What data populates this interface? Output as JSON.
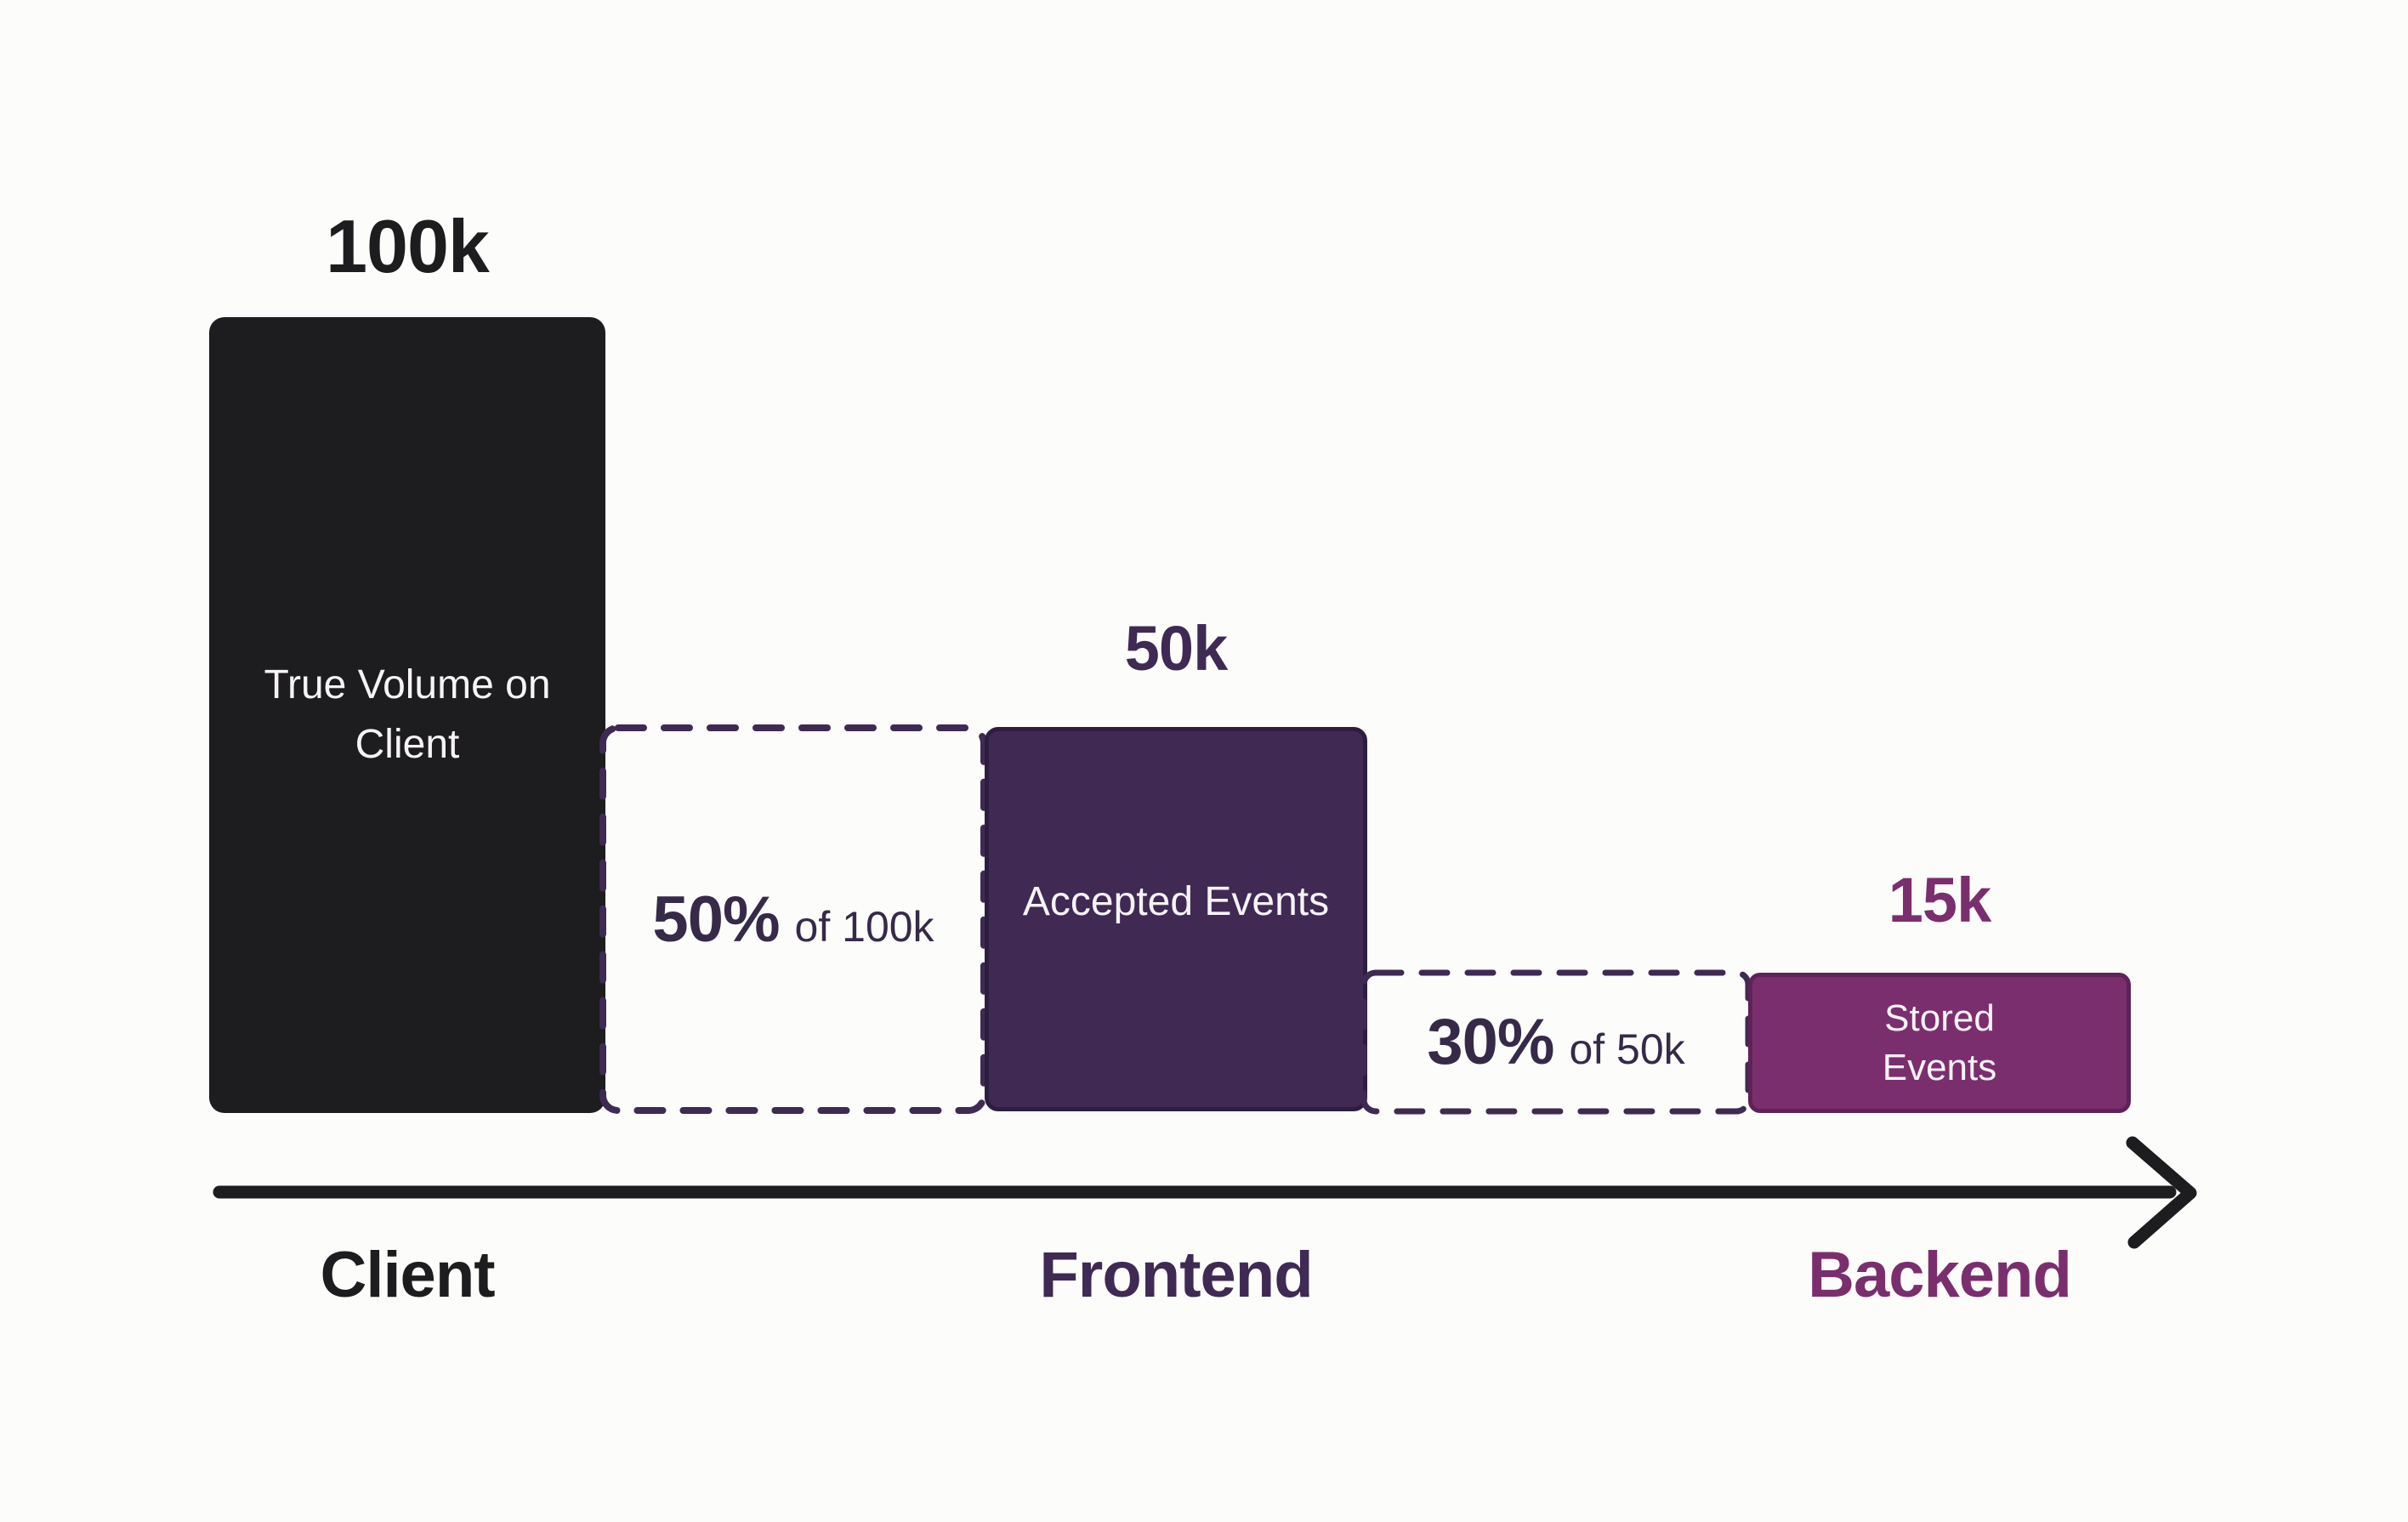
{
  "chart_data": {
    "type": "bar",
    "subtype": "funnel-steps",
    "title": "",
    "categories": [
      "Client",
      "Frontend",
      "Backend"
    ],
    "values": [
      100000,
      50000,
      15000
    ],
    "stages": [
      {
        "axis_label": "Client",
        "value": 100000,
        "value_label": "100k",
        "bar_text": "True Volume on Client"
      },
      {
        "axis_label": "Frontend",
        "value": 50000,
        "value_label": "50k",
        "bar_text": "Accepted Events",
        "drop": {
          "percent": "50%",
          "suffix": "of 100k"
        }
      },
      {
        "axis_label": "Backend",
        "value": 15000,
        "value_label": "15k",
        "bar_text": "Stored Events",
        "drop": {
          "percent": "30%",
          "suffix": "of 50k"
        }
      }
    ],
    "legend": "none",
    "grid": false,
    "x_axis_style": "thick black arrow pointing right",
    "colors": {
      "client_bar": "#1d1c1e",
      "frontend_bar": "#402a54",
      "backend_bar": "#7b2e6d",
      "drop_box_dash": "#3f2a53",
      "drop_text": "#362a48",
      "bar_text": "#f6f3f6",
      "background": "#fcfcfa"
    }
  }
}
